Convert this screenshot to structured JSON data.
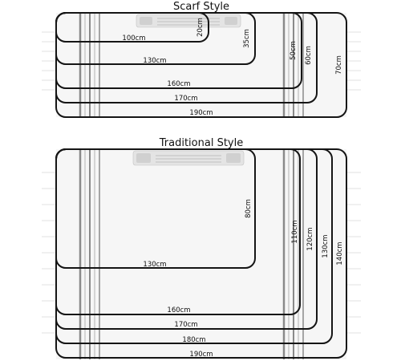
{
  "scarf": {
    "title": "Scarf Style",
    "sizes": [
      {
        "length": "100cm",
        "width": "20cm"
      },
      {
        "length": "130cm",
        "width": "35cm"
      },
      {
        "length": "160cm",
        "width": "50cm"
      },
      {
        "length": "170cm",
        "width": "60cm"
      },
      {
        "length": "190cm",
        "width": "70cm"
      }
    ]
  },
  "traditional": {
    "title": "Traditional Style",
    "sizes": [
      {
        "length": "130cm",
        "width": "80cm"
      },
      {
        "length": "160cm",
        "width": "110cm"
      },
      {
        "length": "170cm",
        "width": "120cm"
      },
      {
        "length": "180cm",
        "width": "130cm"
      },
      {
        "length": "190cm",
        "width": "140cm"
      }
    ]
  },
  "colors": {
    "outline": "#151515",
    "stripe": "#8a8a8a",
    "fabric": "#f7f7f7"
  }
}
